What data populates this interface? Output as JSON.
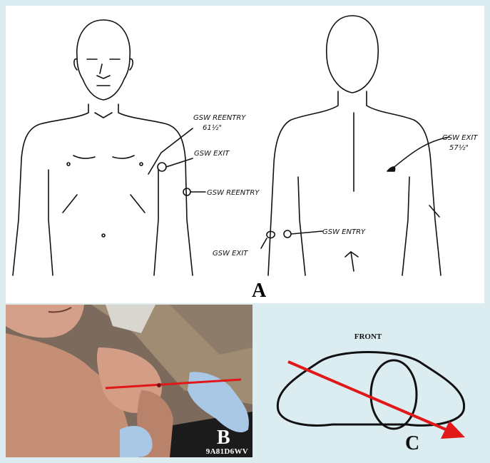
{
  "panel_a": {
    "label": "A",
    "annotations": {
      "front_reentry_label": "GSW REENTRY",
      "front_reentry_height": "61½\"",
      "front_exit_label": "GSW EXIT",
      "front_reentry2_label": "GSW REENTRY",
      "back_exit_label": "GSW EXIT",
      "back_exit_height": "57½\"",
      "back_entry_label": "GSW ENTRY",
      "back_exit2_label": "GSW EXIT"
    }
  },
  "panel_b": {
    "label": "B",
    "case_id": "9A81D6WV"
  },
  "panel_c": {
    "label": "C",
    "title": "FRONT"
  },
  "colors": {
    "background": "#dcedf2",
    "trajectory_arrow": "#e01818",
    "skin": "#c9917a",
    "glove": "#a9c8e6"
  }
}
